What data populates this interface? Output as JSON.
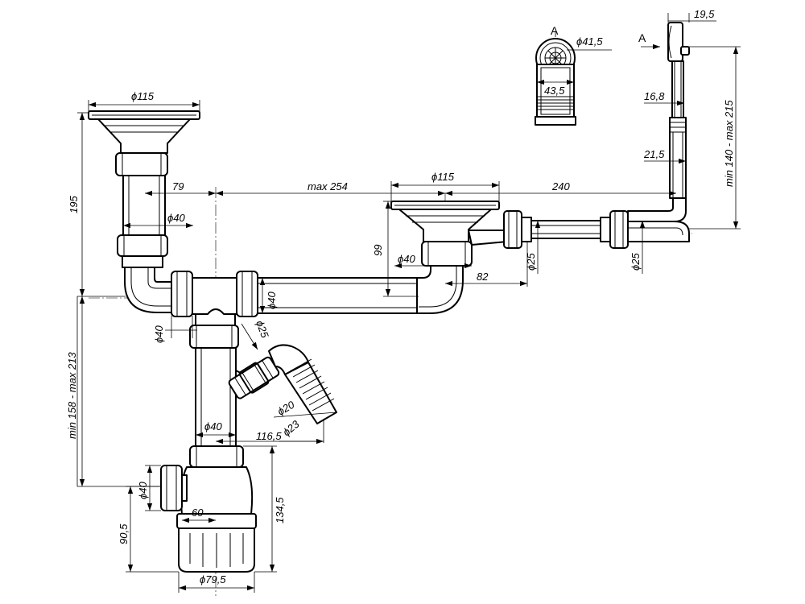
{
  "dimensions": {
    "sink1_diameter": "ϕ115",
    "sink2_diameter": "ϕ115",
    "drop_195": "195",
    "offset_79": "79",
    "max_254": "max 254",
    "span_240": "240",
    "pipe_d40_left": "ϕ40",
    "height_99": "99",
    "pipe_d40_center": "ϕ40",
    "pipe_d40_horizontal": "ϕ40",
    "offset_82": "82",
    "hose_d25_a": "ϕ25",
    "hose_d25_b": "ϕ25",
    "tee_d40": "ϕ40",
    "range_158_213": "min 158 - max 213",
    "branch_d25": "ϕ25",
    "nozzle_d20": "ϕ20",
    "nozzle_d23": "ϕ23",
    "length_116_5": "116,5",
    "pipe_d40_lower": "ϕ40",
    "trap_inlet_d40": "ϕ40",
    "trap_60": "60",
    "height_90_5": "90,5",
    "height_134_5": "134,5",
    "trap_d79_5": "ϕ79,5",
    "overflow_d41_5": "ϕ41,5",
    "overflow_43_5": "43,5",
    "overflow_19_5": "19,5",
    "overflow_16_8": "16,8",
    "overflow_21_5": "21,5",
    "overflow_range": "min 140 - max 215"
  },
  "labels": {
    "view_a_top": "A",
    "view_a_arrow": "A"
  }
}
